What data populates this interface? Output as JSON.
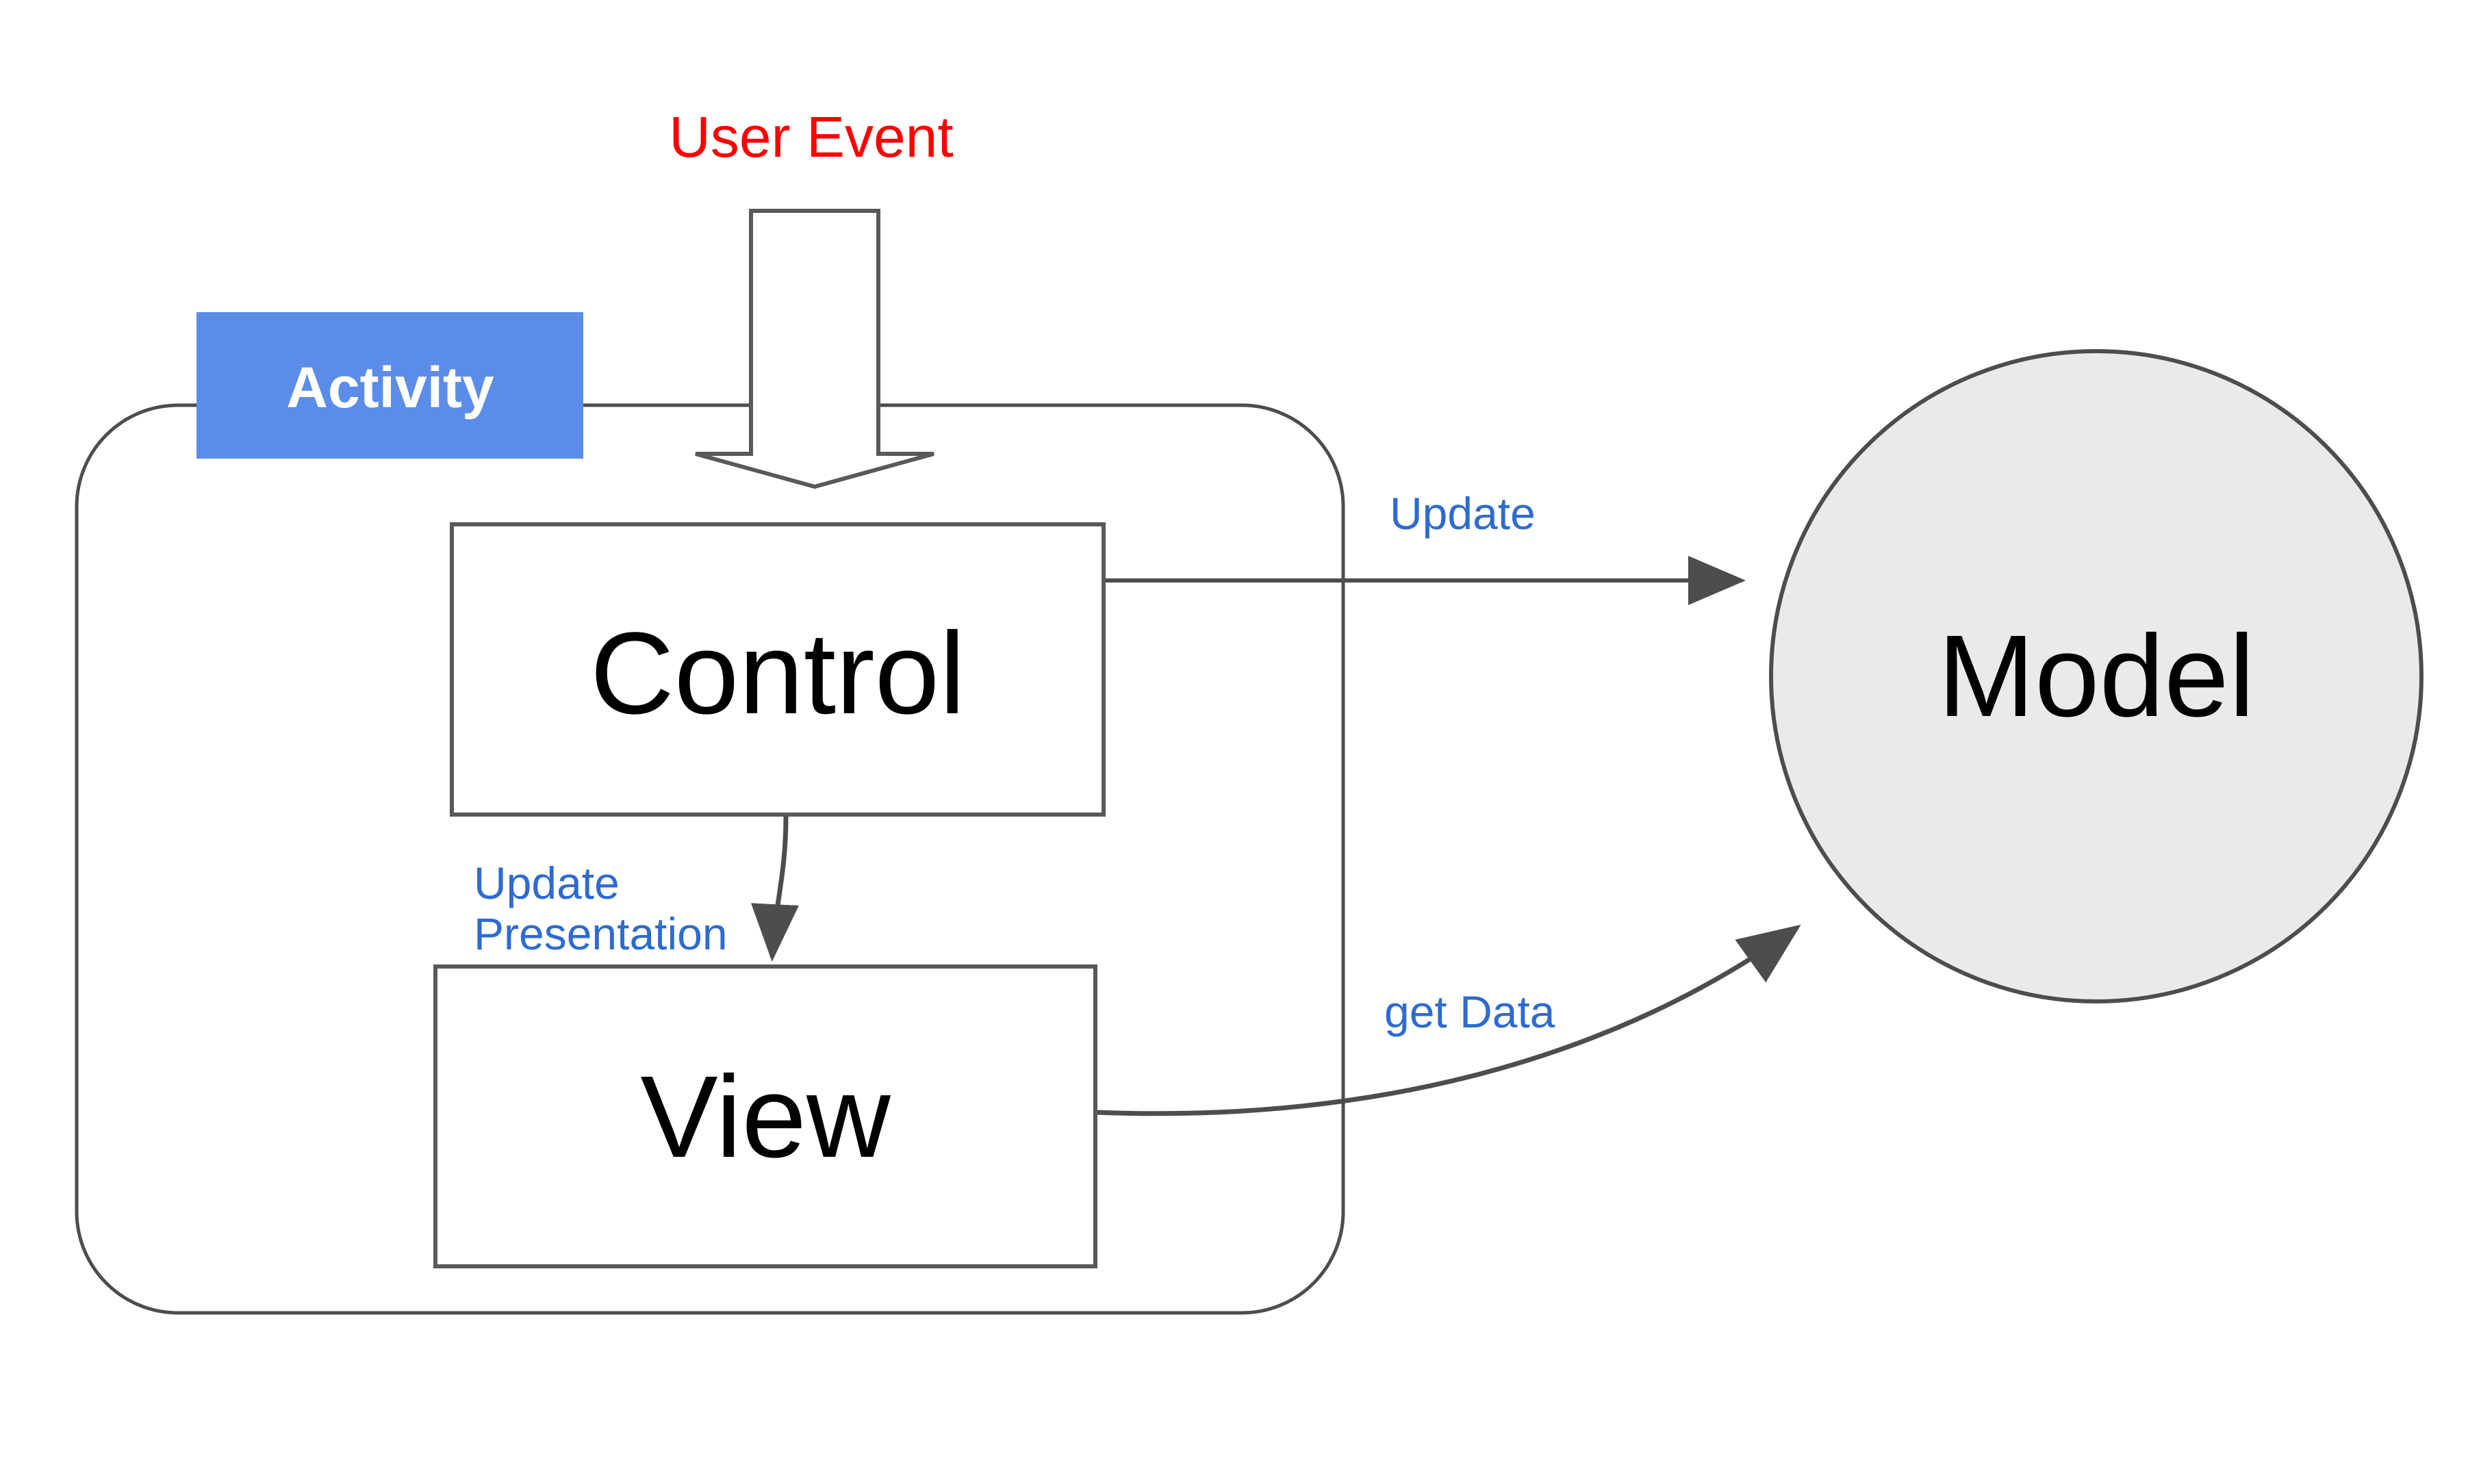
{
  "diagram": {
    "title_text": "User Event",
    "nodes": {
      "activity": {
        "label": "Activity",
        "shape": "rectangle",
        "fill": "#5B8DE8",
        "text_color": "#FFFFFF"
      },
      "activity_container": {
        "shape": "rounded-rectangle",
        "fill": "#FFFFFF",
        "stroke": "#4D4D4D"
      },
      "control": {
        "label": "Control",
        "shape": "rectangle",
        "fill": "#FFFFFF",
        "stroke": "#595959",
        "text_color": "#000000"
      },
      "view": {
        "label": "View",
        "shape": "rectangle",
        "fill": "#FFFFFF",
        "stroke": "#595959",
        "text_color": "#000000"
      },
      "model": {
        "label": "Model",
        "shape": "circle",
        "fill": "#EAEAEA",
        "stroke": "#4D4D4D",
        "text_color": "#000000"
      }
    },
    "edges": {
      "user_event": {
        "label": "User Event",
        "label_color": "#FF0000",
        "shape": "block-arrow",
        "direction": "down",
        "stroke": "#595959",
        "fill": "#FFFFFF"
      },
      "update": {
        "label": "Update",
        "label_color": "#2E6BD0",
        "from": "Control",
        "to": "Model",
        "stroke": "#4D4D4D"
      },
      "update_presentation": {
        "label_line1": "Update",
        "label_line2": "Presentation",
        "label_color": "#2E6BD0",
        "from": "Control",
        "to": "View",
        "stroke": "#4D4D4D"
      },
      "get_data": {
        "label": "get Data",
        "label_color": "#2E6BD0",
        "from": "View",
        "to": "Model",
        "stroke": "#4D4D4D"
      }
    }
  }
}
